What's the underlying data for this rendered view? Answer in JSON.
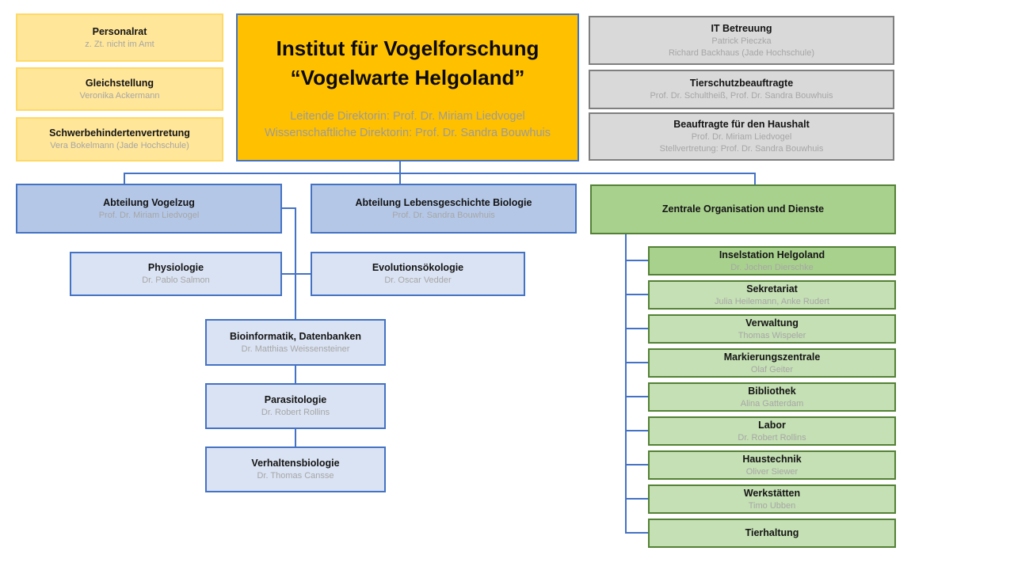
{
  "colors": {
    "yellow_fill": "#FFE699",
    "yellow_border": "#FFD966",
    "orange_fill": "#FFC000",
    "blue_border": "#4472C4",
    "blue_fill_medium": "#B4C7E7",
    "blue_fill_light": "#DAE3F3",
    "gray_fill": "#D9D9D9",
    "gray_border": "#7F7F7F",
    "green_fill_medium": "#A9D18E",
    "green_fill_light": "#C5E0B4",
    "green_border": "#538135",
    "connector": "#4472C4",
    "subtitle_text": "#A6A6A6"
  },
  "main": {
    "title_line1": "Institut für Vogelforschung",
    "title_line2": "“Vogelwarte Helgoland”",
    "director_line1": "Leitende Direktorin: Prof. Dr. Miriam Liedvogel",
    "director_line2": "Wissenschaftliche Direktorin: Prof. Dr. Sandra Bouwhuis"
  },
  "left_boxes": [
    {
      "title": "Personalrat",
      "person": "z. Zt. nicht im Amt"
    },
    {
      "title": "Gleichstellung",
      "person": "Veronika Ackermann"
    },
    {
      "title": "Schwerbehindertenvertretung",
      "person": "Vera Bokelmann (Jade Hochschule)"
    }
  ],
  "right_boxes": [
    {
      "title": "IT Betreuung",
      "persons": [
        "Patrick Pieczka",
        "Richard Backhaus (Jade Hochschule)"
      ]
    },
    {
      "title": "Tierschutzbeauftragte",
      "persons": [
        "Prof. Dr. Schultheiß, Prof. Dr. Sandra Bouwhuis"
      ]
    },
    {
      "title": "Beauftragte für den Haushalt",
      "persons": [
        "Prof. Dr. Miriam Liedvogel",
        "Stellvertretung: Prof. Dr. Sandra Bouwhuis"
      ]
    }
  ],
  "departments": [
    {
      "title": "Abteilung Vogelzug",
      "person": "Prof. Dr. Miriam Liedvogel"
    },
    {
      "title": "Abteilung Lebensgeschichte Biologie",
      "person": "Prof. Dr. Sandra Bouwhuis"
    },
    {
      "title": "Zentrale Organisation und Dienste"
    }
  ],
  "research_groups": [
    {
      "title": "Physiologie",
      "person": "Dr. Pablo Salmon"
    },
    {
      "title": "Evolutionsökologie",
      "person": "Dr. Oscar Vedder"
    },
    {
      "title": "Bioinformatik, Datenbanken",
      "person": "Dr. Matthias Weissensteiner"
    },
    {
      "title": "Parasitologie",
      "person": "Dr. Robert Rollins"
    },
    {
      "title": "Verhaltensbiologie",
      "person": "Dr. Thomas Cansse"
    }
  ],
  "central_items": [
    {
      "title": "Inselstation Helgoland",
      "person": "Dr. Jochen Dierschke"
    },
    {
      "title": "Sekretariat",
      "person": "Julia Heilemann, Anke Rudert"
    },
    {
      "title": "Verwaltung",
      "person": "Thomas Wispeler"
    },
    {
      "title": "Markierungszentrale",
      "person": "Olaf Geiter"
    },
    {
      "title": "Bibliothek",
      "person": "Alina Gatterdam"
    },
    {
      "title": "Labor",
      "person": "Dr. Robert Rollins"
    },
    {
      "title": "Haustechnik",
      "person": "Oliver Siewer"
    },
    {
      "title": "Werkstätten",
      "person": "Timo Ubben"
    },
    {
      "title": "Tierhaltung"
    }
  ]
}
